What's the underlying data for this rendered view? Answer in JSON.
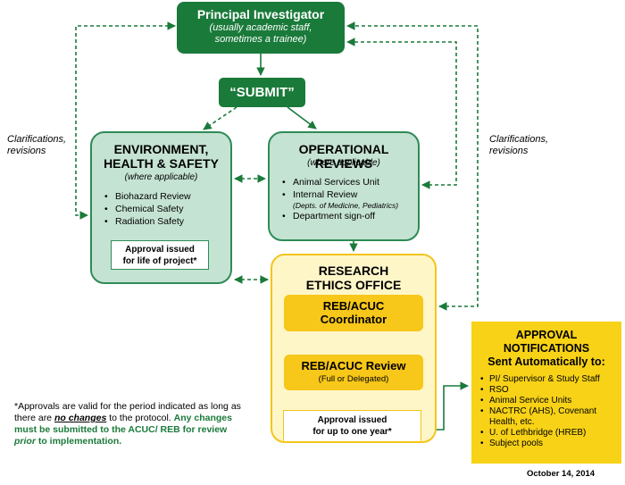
{
  "principal_investigator": {
    "title": "Principal Investigator",
    "subtitle_line1": "(usually academic staff,",
    "subtitle_line2": "sometimes a trainee)"
  },
  "submit": {
    "label": "“SUBMIT”"
  },
  "ehs": {
    "title_line1": "ENVIRONMENT,",
    "title_line2": "HEALTH & SAFETY",
    "note": "(where applicable)",
    "items": [
      "Biohazard Review",
      "Chemical Safety",
      "Radiation Safety"
    ],
    "approval_line1": "Approval issued",
    "approval_line2": "for life of project*"
  },
  "operational": {
    "title": "OPERATIONAL REVIEWS",
    "note": "(where applicable)",
    "item1": "Animal Services Unit",
    "item2": "Internal Review",
    "item2_sub": "(Depts. of Medicine, Pediatrics)",
    "item3": "Department sign-off"
  },
  "reo": {
    "title_line1": "RESEARCH",
    "title_line2": "ETHICS OFFICE",
    "coordinator_line1": "REB/ACUC",
    "coordinator_line2": "Coordinator",
    "review_title": "REB/ACUC Review",
    "review_sub": "(Full or Delegated)",
    "approval_line1": "Approval issued",
    "approval_line2": "for up to one year*"
  },
  "notifications": {
    "title_line1": "APPROVAL",
    "title_line2": "NOTIFICATIONS",
    "title_line3": "Sent Automatically to:",
    "items": [
      "PI/ Supervisor & Study Staff",
      "RSO",
      "Animal Service Units",
      "NACTRC (AHS), Covenant Health, etc.",
      "U. of Lethbridge (HREB)",
      "Subject pools"
    ]
  },
  "side_labels": {
    "left_line1": "Clarifications,",
    "left_line2": "revisions",
    "right_line1": "Clarifications,",
    "right_line2": "revisions"
  },
  "footnote": {
    "part1": "*Approvals are valid for the period indicated as long as there are ",
    "no_changes": "no changes",
    "part2": " to the protocol. ",
    "green1": "Any changes must be submitted to the ACUC/ REB for review ",
    "prior": "prior",
    "green2": " to implementation."
  },
  "date": "October 14, 2014",
  "colors": {
    "dark_green": "#1a7a3a",
    "light_green": "#c5e3d3",
    "gold": "#f7c719",
    "pale_yellow": "#fff6c8"
  }
}
